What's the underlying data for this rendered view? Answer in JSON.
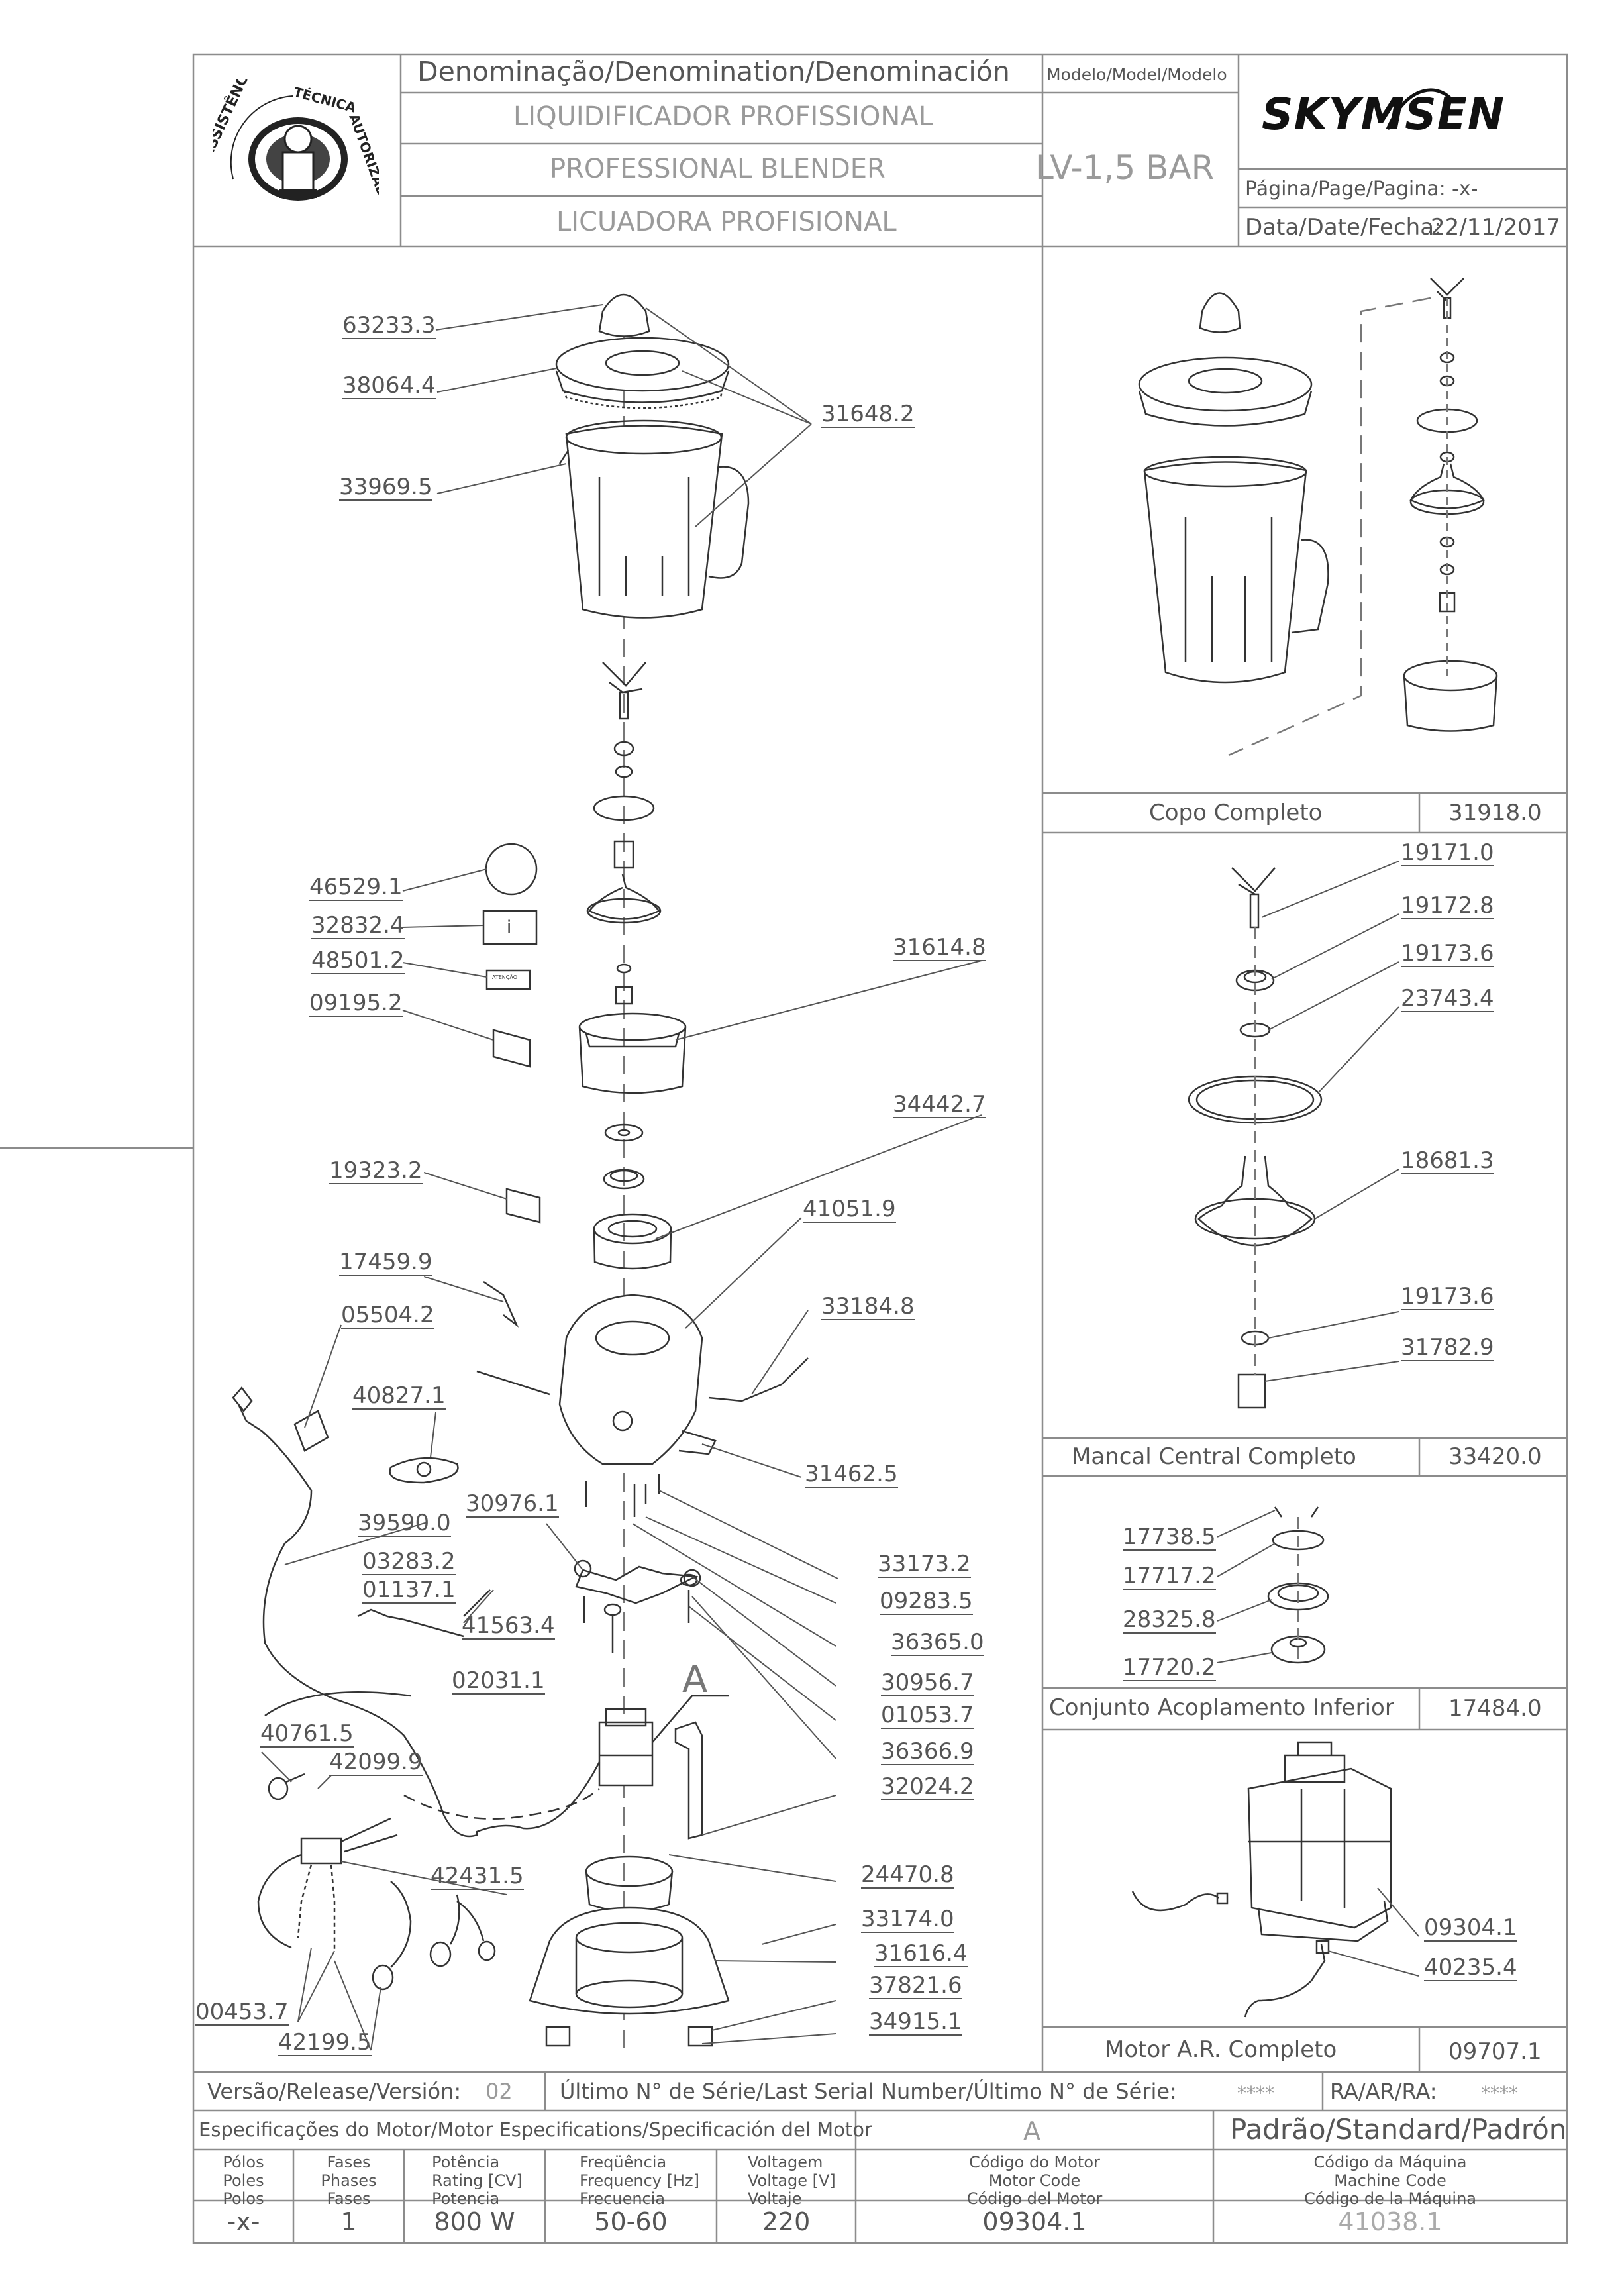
{
  "header": {
    "denomination_label": "Denominação/Denomination/Denominación",
    "name_pt": "LIQUIDIFICADOR PROFISSIONAL",
    "name_en": "PROFESSIONAL BLENDER",
    "name_es": "LICUADORA PROFISIONAL",
    "model_label": "Modelo/Model/Modelo",
    "model_value": "LV-1,5 BAR",
    "brand": "SKYMSEN",
    "page_label": "Página/Page/Pagina:",
    "page_value": "-x-",
    "date_label": "Data/Date/Fecha:",
    "date_value": "22/11/2017",
    "seal_text": "ASSISTÊNCIA TÉCNICA AUTORIZADA"
  },
  "main_parts": [
    "63233.3",
    "38064.4",
    "31648.2",
    "33969.5",
    "46529.1",
    "32832.4",
    "48501.2",
    "09195.2",
    "31614.8",
    "34442.7",
    "19323.2",
    "41051.9",
    "17459.9",
    "33184.8",
    "05504.2",
    "40827.1",
    "31462.5",
    "39590.0",
    "30976.1",
    "33173.2",
    "03283.2",
    "01137.1",
    "09283.5",
    "41563.4",
    "36365.0",
    "30956.7",
    "02031.1",
    "01053.7",
    "36366.9",
    "40761.5",
    "42099.9",
    "32024.2",
    "42431.5",
    "24470.8",
    "33174.0",
    "31616.4",
    "37821.6",
    "00453.7",
    "34915.1",
    "42199.5"
  ],
  "detail_label": "A",
  "sticker_text": "ATENÇÃO",
  "assemblies": {
    "copo": {
      "name": "Copo Completo",
      "code": "31918.0"
    },
    "mancal": {
      "name": "Mancal Central Completo",
      "code": "33420.0",
      "parts": [
        "19171.0",
        "19172.8",
        "19173.6",
        "23743.4",
        "18681.3",
        "19173.6",
        "31782.9"
      ]
    },
    "acoplamento": {
      "name": "Conjunto Acoplamento Inferior",
      "code": "17484.0",
      "parts": [
        "17738.5",
        "17717.2",
        "28325.8",
        "17720.2"
      ]
    },
    "motor": {
      "name": "Motor A.R. Completo",
      "code": "09707.1",
      "parts": [
        "09304.1",
        "40235.4"
      ]
    }
  },
  "footer": {
    "version_label": "Versão/Release/Versión:",
    "version_value": "02",
    "serial_label": "Último N° de Série/Last Serial Number/Último N° de Série:",
    "serial_value": "****",
    "ra_label": "RA/AR/RA:",
    "ra_value": "****",
    "motor_spec_label": "Especificações do Motor/Motor Especifications/Specificación del Motor",
    "motor_code_header": "A",
    "standard_label": "Padrão/Standard/Padrón",
    "columns": [
      {
        "header": [
          "Pólos",
          "Poles",
          "Polos"
        ],
        "value": "-x-"
      },
      {
        "header": [
          "Fases",
          "Phases",
          "Fases"
        ],
        "value": "1"
      },
      {
        "header": [
          "Potência",
          "Rating [CV]",
          "Potencia"
        ],
        "value": "800 W"
      },
      {
        "header": [
          "Freqüência",
          "Frequency [Hz]",
          "Frecuencia"
        ],
        "value": "50-60"
      },
      {
        "header": [
          "Voltagem",
          "Voltage [V]",
          "Voltaje"
        ],
        "value": "220"
      },
      {
        "header": [
          "Código do Motor",
          "Motor Code",
          "Código del Motor"
        ],
        "value": "09304.1"
      },
      {
        "header": [
          "Código da Máquina",
          "Machine Code",
          "Código de la Máquina"
        ],
        "value": "41038.1"
      }
    ]
  }
}
